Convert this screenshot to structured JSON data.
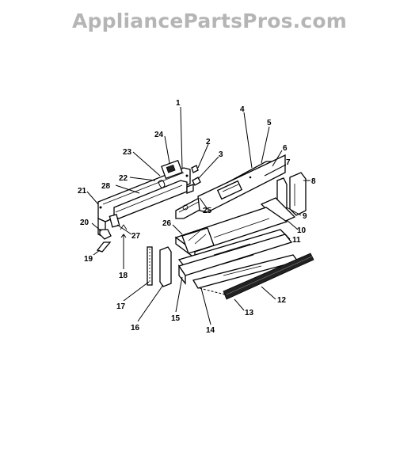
{
  "watermark": {
    "text": "AppliancePartsPros.com"
  },
  "diagram": {
    "callouts": [
      {
        "id": "1",
        "text": "1"
      },
      {
        "id": "2",
        "text": "2"
      },
      {
        "id": "3",
        "text": "3"
      },
      {
        "id": "4",
        "text": "4"
      },
      {
        "id": "5",
        "text": "5"
      },
      {
        "id": "6",
        "text": "6"
      },
      {
        "id": "7",
        "text": "7"
      },
      {
        "id": "8",
        "text": "8"
      },
      {
        "id": "9",
        "text": "9"
      },
      {
        "id": "10",
        "text": "10"
      },
      {
        "id": "11",
        "text": "11"
      },
      {
        "id": "12",
        "text": "12"
      },
      {
        "id": "13",
        "text": "13"
      },
      {
        "id": "14",
        "text": "14"
      },
      {
        "id": "15",
        "text": "15"
      },
      {
        "id": "16",
        "text": "16"
      },
      {
        "id": "17",
        "text": "17"
      },
      {
        "id": "18",
        "text": "18"
      },
      {
        "id": "19",
        "text": "19"
      },
      {
        "id": "20",
        "text": "20"
      },
      {
        "id": "21",
        "text": "21"
      },
      {
        "id": "22",
        "text": "22"
      },
      {
        "id": "23",
        "text": "23"
      },
      {
        "id": "24",
        "text": "24"
      },
      {
        "id": "25",
        "text": "25"
      },
      {
        "id": "26",
        "text": "26"
      },
      {
        "id": "27",
        "text": "27"
      },
      {
        "id": "28",
        "text": "28"
      }
    ]
  }
}
